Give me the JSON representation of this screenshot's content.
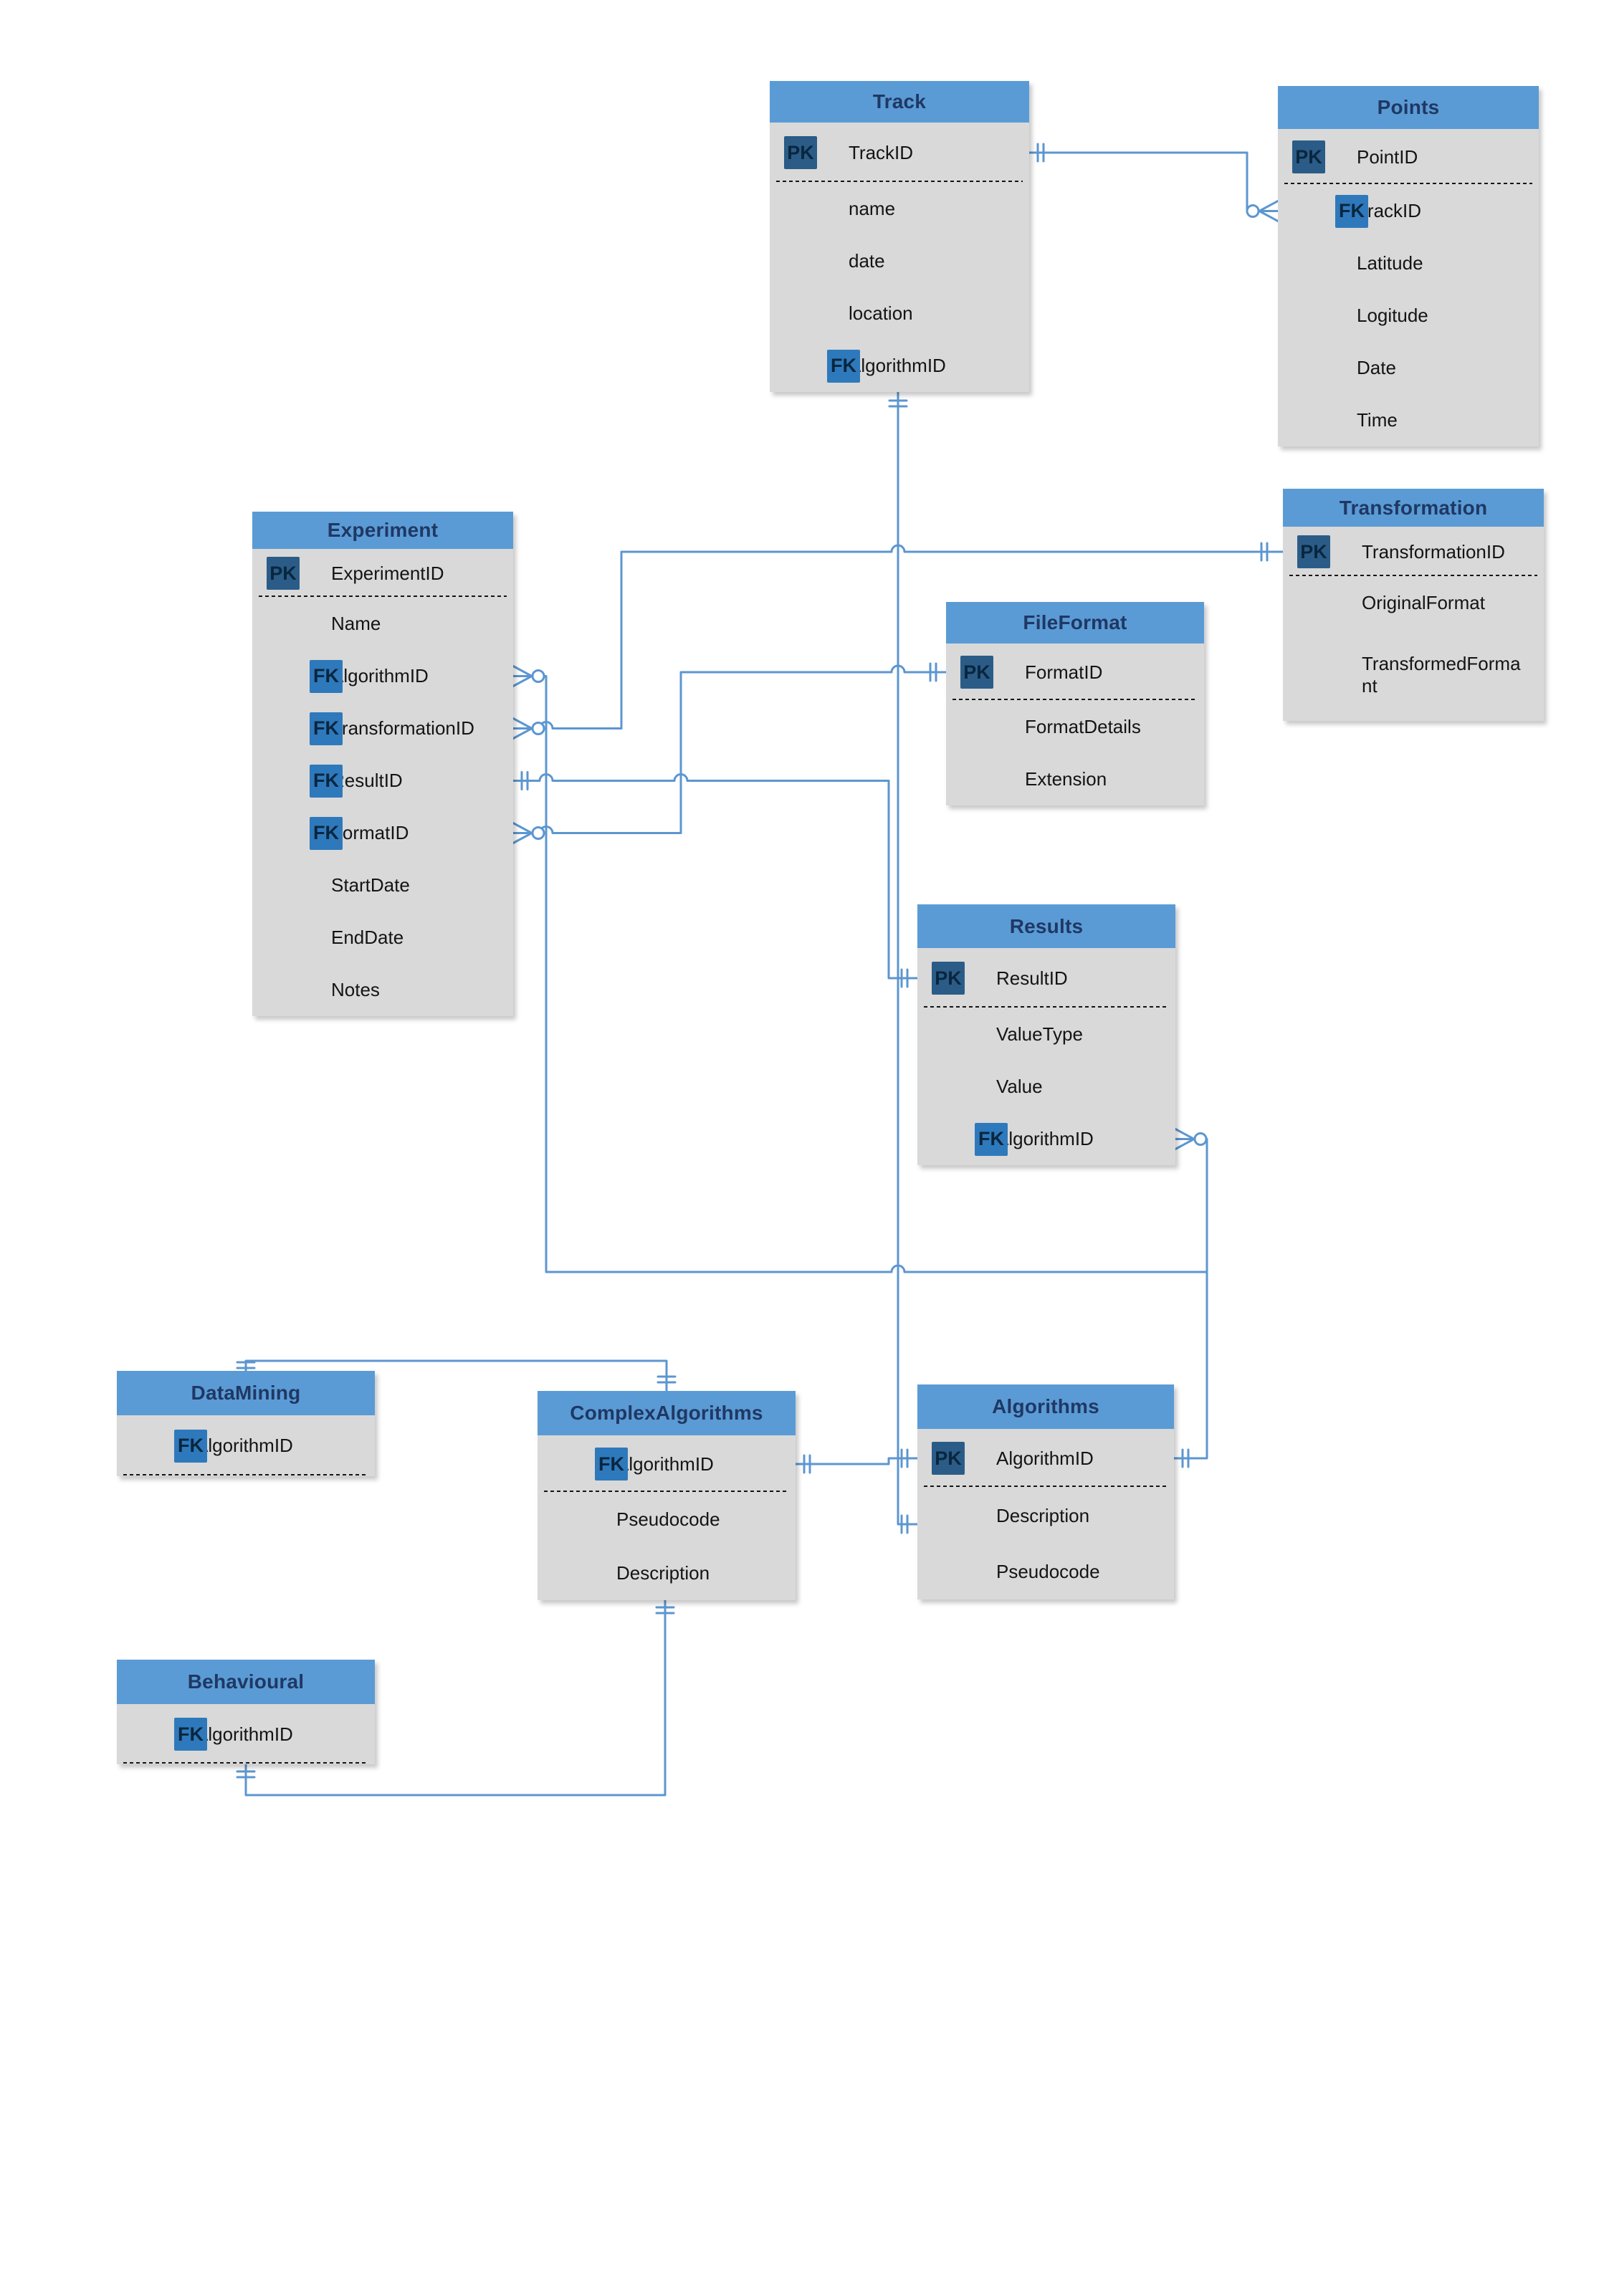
{
  "diagram": {
    "type": "entity-relationship-diagram",
    "colors": {
      "background": "#FFFFFF",
      "header_fill": "#5B9BD5",
      "header_text": "#1F3864",
      "body_fill": "#D9D9D9",
      "field_text": "#141414",
      "pk_badge_fill": "#2B5C87",
      "fk_badge_fill": "#2E79BB",
      "badge_text": "#09263F",
      "connector": "#5C96D0"
    },
    "entities": [
      {
        "id": "track",
        "title": "Track",
        "fields": [
          {
            "key": "PK",
            "label": "TrackID",
            "separator_after": true
          },
          {
            "label": "name"
          },
          {
            "label": "date"
          },
          {
            "label": "location"
          },
          {
            "key": "FK",
            "label": "AlgorithmID"
          }
        ]
      },
      {
        "id": "points",
        "title": "Points",
        "fields": [
          {
            "key": "PK",
            "label": "PointID",
            "separator_after": true
          },
          {
            "key": "FK",
            "label": "TrackID"
          },
          {
            "label": "Latitude"
          },
          {
            "label": "Logitude"
          },
          {
            "label": "Date"
          },
          {
            "label": "Time"
          }
        ]
      },
      {
        "id": "experiment",
        "title": "Experiment",
        "fields": [
          {
            "key": "PK",
            "label": "ExperimentID",
            "separator_after": true
          },
          {
            "label": "Name"
          },
          {
            "key": "FK",
            "label": "AlgorithmID"
          },
          {
            "key": "FK",
            "label": "TransformationID"
          },
          {
            "key": "FK",
            "label": "ResultID"
          },
          {
            "key": "FK",
            "label": "FormatID"
          },
          {
            "label": "StartDate"
          },
          {
            "label": "EndDate"
          },
          {
            "label": "Notes"
          }
        ]
      },
      {
        "id": "transformation",
        "title": "Transformation",
        "fields": [
          {
            "key": "PK",
            "label": "TransformationID",
            "separator_after": true
          },
          {
            "label": "OriginalFormat"
          },
          {
            "label": "TransformedFormant",
            "wrap": true
          }
        ]
      },
      {
        "id": "fileformat",
        "title": "FileFormat",
        "fields": [
          {
            "key": "PK",
            "label": "FormatID",
            "separator_after": true
          },
          {
            "label": "FormatDetails"
          },
          {
            "label": "Extension"
          }
        ]
      },
      {
        "id": "results",
        "title": "Results",
        "fields": [
          {
            "key": "PK",
            "label": "ResultID",
            "separator_after": true
          },
          {
            "label": "ValueType"
          },
          {
            "label": "Value"
          },
          {
            "key": "FK",
            "label": "AlgorithmID"
          }
        ]
      },
      {
        "id": "datamining",
        "title": "DataMining",
        "fields": [
          {
            "key": "FK",
            "label": "AlgorithmID",
            "separator_after": true
          }
        ]
      },
      {
        "id": "complexalgorithms",
        "title": "ComplexAlgorithms",
        "fields": [
          {
            "key": "FK",
            "label": "AlgorithmID",
            "separator_after": true
          },
          {
            "label": "Pseudocode"
          },
          {
            "label": "Description"
          }
        ]
      },
      {
        "id": "algorithms",
        "title": "Algorithms",
        "fields": [
          {
            "key": "PK",
            "label": "AlgorithmID",
            "separator_after": true
          },
          {
            "label": "Description"
          },
          {
            "label": "Pseudocode"
          }
        ]
      },
      {
        "id": "behavioural",
        "title": "Behavioural",
        "fields": [
          {
            "key": "FK",
            "label": "AlgorithmID",
            "separator_after": true
          }
        ]
      }
    ],
    "relationships": [
      {
        "id": "track-points",
        "from": "Track.TrackID",
        "to": "Points.TrackID",
        "from_cardinality": "one-and-only-one",
        "to_cardinality": "zero-or-many"
      },
      {
        "id": "track-algorithms",
        "from": "Track.AlgorithmID",
        "to": "Algorithms",
        "from_cardinality": "one-and-only-one",
        "to_cardinality": "one-and-only-one"
      },
      {
        "id": "experiment-algorithms",
        "from": "Experiment.AlgorithmID",
        "to": "Algorithms.AlgorithmID",
        "from_cardinality": "zero-or-many",
        "to_cardinality": "one-and-only-one"
      },
      {
        "id": "experiment-transformation",
        "from": "Experiment.TransformationID",
        "to": "Transformation.TransformationID",
        "from_cardinality": "zero-or-many",
        "to_cardinality": "one-and-only-one"
      },
      {
        "id": "experiment-results",
        "from": "Experiment.ResultID",
        "to": "Results.ResultID",
        "from_cardinality": "one-and-only-one",
        "to_cardinality": "one-and-only-one"
      },
      {
        "id": "experiment-fileformat",
        "from": "Experiment.FormatID",
        "to": "FileFormat.FormatID",
        "from_cardinality": "zero-or-many",
        "to_cardinality": "one-and-only-one"
      },
      {
        "id": "results-algorithms",
        "from": "Results.AlgorithmID",
        "to": "Algorithms.AlgorithmID",
        "from_cardinality": "zero-or-many",
        "to_cardinality": "one-and-only-one"
      },
      {
        "id": "complexalgorithms-algorithms",
        "from": "ComplexAlgorithms.AlgorithmID",
        "to": "Algorithms.AlgorithmID",
        "from_cardinality": "one-and-only-one",
        "to_cardinality": "one-and-only-one"
      },
      {
        "id": "datamining-complexalgorithms",
        "from": "DataMining",
        "to": "ComplexAlgorithms",
        "from_cardinality": "one-and-only-one",
        "to_cardinality": "one-and-only-one"
      },
      {
        "id": "behavioural-complexalgorithms",
        "from": "Behavioural",
        "to": "ComplexAlgorithms",
        "from_cardinality": "one-and-only-one",
        "to_cardinality": "one-and-only-one"
      }
    ]
  }
}
